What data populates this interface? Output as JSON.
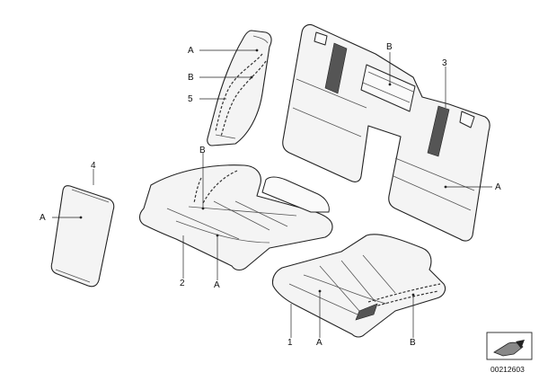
{
  "labels": {
    "part_4_number": "4",
    "part_4_material": "A",
    "part_5_top_material": "A",
    "part_5_seam_material": "B",
    "part_5_number": "5",
    "part_2_seam_material": "B",
    "part_2_number": "2",
    "part_2_material": "A",
    "backrest_insert_material": "B",
    "part_3_number": "3",
    "part_3_material": "A",
    "part_1_number": "1",
    "part_1_material": "A",
    "part_1_seam_material": "B"
  },
  "diagram_number": "00212603"
}
